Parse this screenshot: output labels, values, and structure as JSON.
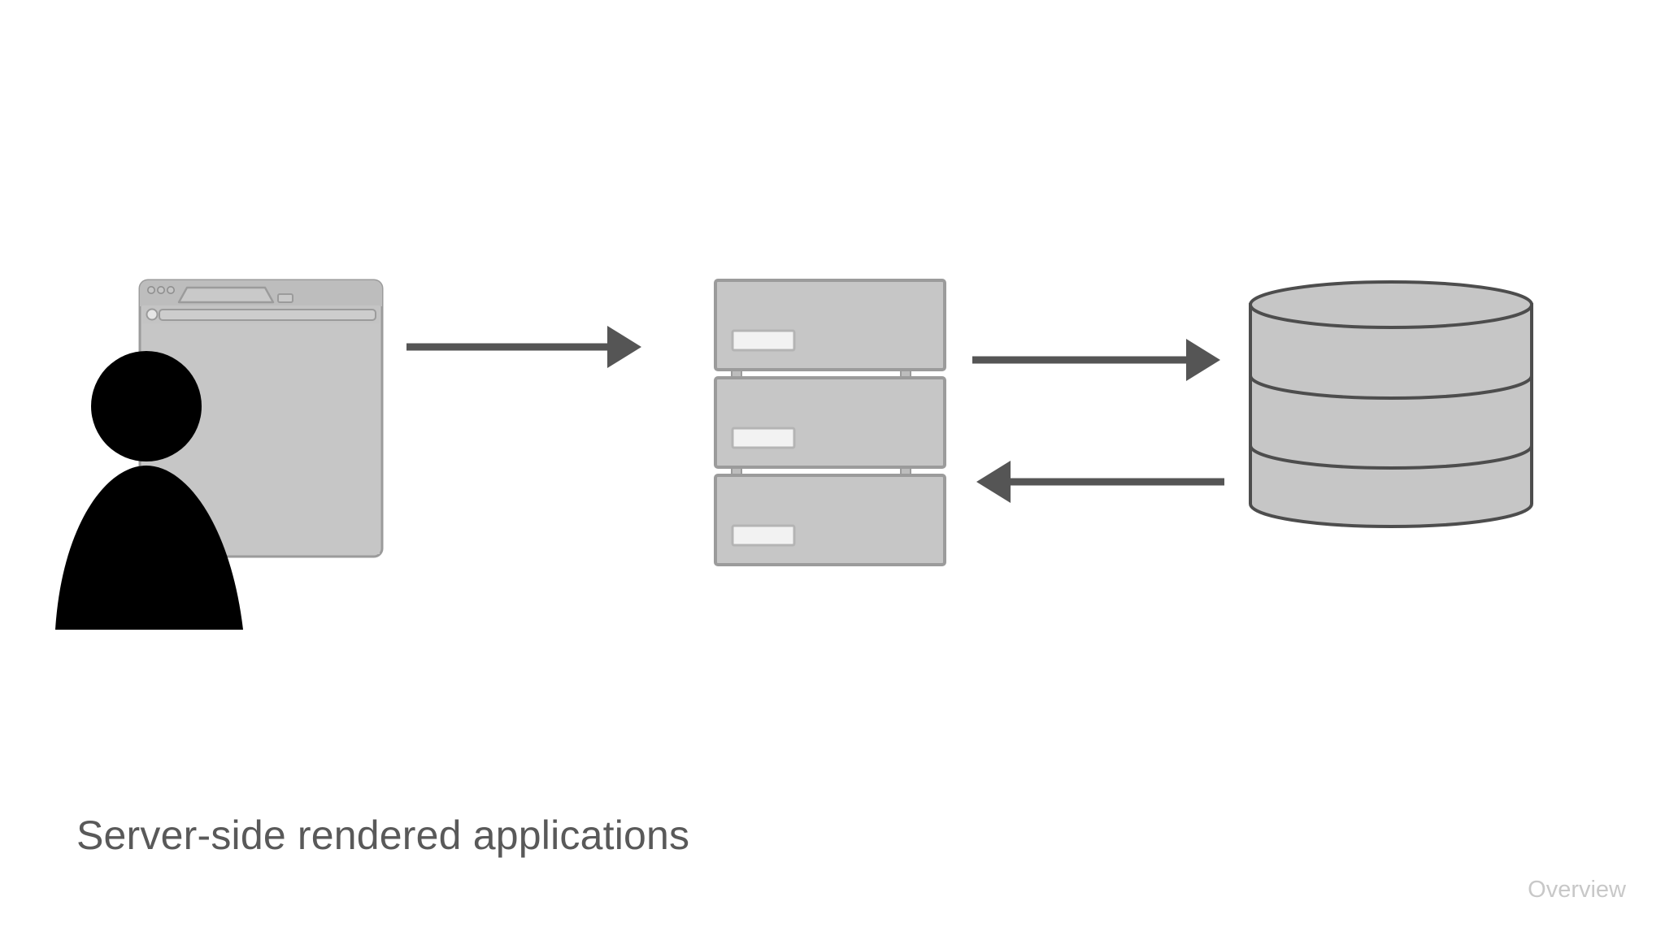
{
  "slide": {
    "title": "Server-side rendered applications",
    "footer": "Overview",
    "background_color": "#ffffff",
    "title_color": "#595959",
    "footer_color": "#c8c8c8"
  },
  "palette": {
    "shape_fill": "#c6c6c6",
    "shape_stroke": "#9b9b9b",
    "dark_stroke": "#4d4d4d",
    "arrow_color": "#555555",
    "actor_fill": "#000000",
    "indicator_fill": "#f2f2f2",
    "browser_chrome": "#bdbdbd"
  },
  "diagram": {
    "type": "architecture-flow",
    "nodes": [
      {
        "id": "client",
        "name": "user-with-browser",
        "icon": "user-browser-icon",
        "label": "",
        "parts": [
          "browser-window",
          "user-actor"
        ]
      },
      {
        "id": "server",
        "name": "server-stack",
        "icon": "server-stack-icon",
        "label": "",
        "units": 3,
        "indicators_per_unit": 1
      },
      {
        "id": "database",
        "name": "database-cylinder",
        "icon": "database-icon",
        "label": "",
        "bands": 3
      }
    ],
    "edges": [
      {
        "id": "client-to-server",
        "name": "arrow-client-to-server",
        "from": "client",
        "to": "server",
        "direction": "right",
        "label": ""
      },
      {
        "id": "server-to-db",
        "name": "arrow-server-to-database",
        "from": "server",
        "to": "database",
        "direction": "right",
        "label": ""
      },
      {
        "id": "db-to-server",
        "name": "arrow-database-to-server",
        "from": "database",
        "to": "server",
        "direction": "left",
        "label": ""
      }
    ]
  },
  "browser": {
    "name": "browser-window",
    "window_controls": 3,
    "tabs": 1,
    "has_new_tab_button": true,
    "address_bar_value": "",
    "address_bar_placeholder": ""
  }
}
